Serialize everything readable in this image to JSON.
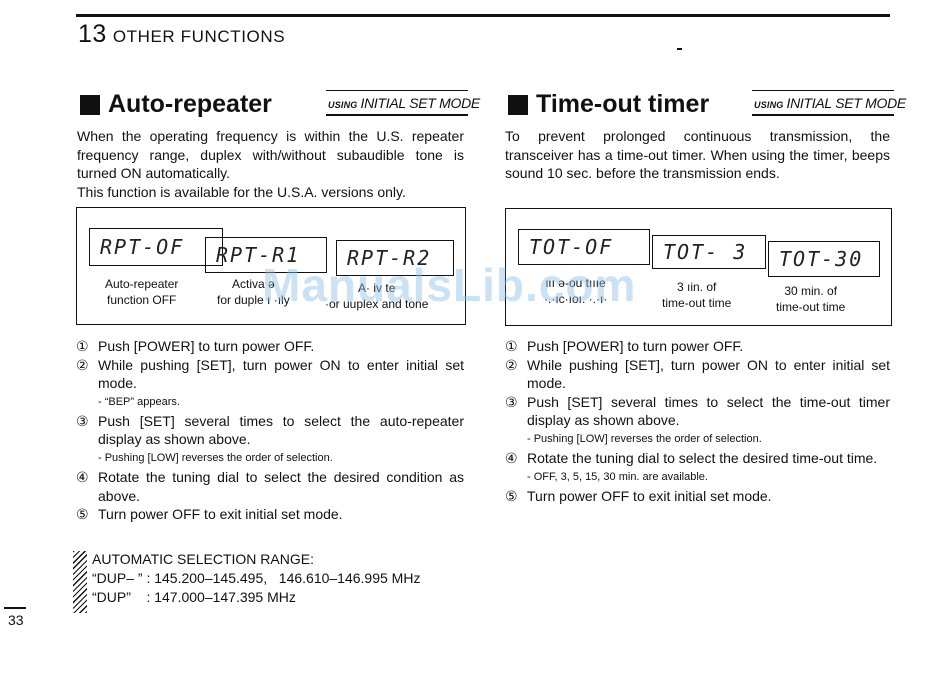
{
  "header": {
    "chapter_number": "13",
    "chapter_title": "OTHER FUNCTIONS"
  },
  "left": {
    "title": "Auto-repeater",
    "badge_prefix": "USING",
    "badge_text": "INITIAL SET MODE",
    "intro": [
      "When the operating frequency is within the U.S. repeater frequency range, duplex with/without subaudible tone is turned ON automatically.",
      "This function is available for the U.S.A. versions only."
    ],
    "figure": {
      "displays": [
        "RPT-OF",
        "RPT-R1",
        "RPT-R2"
      ],
      "captions": [
        "Auto-repeater\nfunction OFF",
        "Activa  ə\nfor duple  ı ·ıly",
        "A·  iv  te\n·or uuplex and tone"
      ]
    },
    "steps": [
      {
        "num": "①",
        "text": "Push [POWER] to turn power OFF."
      },
      {
        "num": "②",
        "text": "While pushing [SET], turn power ON to enter initial set mode.",
        "note": "- “BEP” appears."
      },
      {
        "num": "③",
        "text": "Push [SET] several times to select the auto-repeater display as shown above.",
        "note": "- Pushing [LOW] reverses the order of selection."
      },
      {
        "num": "④",
        "text": "Rotate the tuning dial to select the desired condition as above."
      },
      {
        "num": "⑤",
        "text": "Turn power OFF to exit initial set mode."
      }
    ],
    "range": {
      "heading": "AUTOMATIC SELECTION RANGE:",
      "rows": [
        "“DUP– ” : 145.200–145.495,   146.610–146.995 MHz",
        "“DUP”    : 147.000–147.395 MHz"
      ]
    }
  },
  "right": {
    "title": "Time-out timer",
    "badge_prefix": "USING",
    "badge_text": "INITIAL SET MODE",
    "intro": [
      "To prevent prolonged continuous transmission, the transceiver has a time-out timer.  When using the timer, beeps sound 10 sec. before the transmission ends."
    ],
    "figure": {
      "displays": [
        "TOT-OF",
        "TOT- 3",
        "TOT-30"
      ],
      "captions": [
        "ιıı ə-ou  tıııe\n·.·ıc·ıoı. ·.·ı·",
        "3   ıin. of\ntime-out time",
        "30 min. of\ntime-out time"
      ]
    },
    "steps": [
      {
        "num": "①",
        "text": "Push [POWER] to turn power OFF."
      },
      {
        "num": "②",
        "text": "While pushing [SET], turn power ON to enter initial set mode."
      },
      {
        "num": "③",
        "text": "Push [SET] several times to select the time-out timer display as shown above.",
        "note": "- Pushing [LOW] reverses the order of selection."
      },
      {
        "num": "④",
        "text": "Rotate the tuning dial to select the desired time-out time.",
        "note": "- OFF, 3, 5, 15, 30 min. are available."
      },
      {
        "num": "⑤",
        "text": "Turn power OFF to exit initial set mode."
      }
    ]
  },
  "footer": {
    "page_number": "33"
  },
  "watermark": "ManualsLib.com"
}
